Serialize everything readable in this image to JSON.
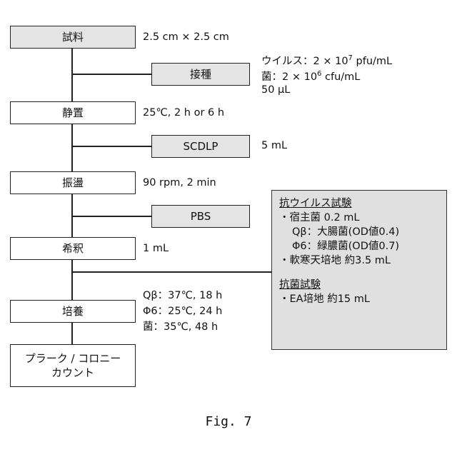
{
  "steps": {
    "sample": "試料",
    "inoculate": "接種",
    "stand": "静置",
    "scdlp": "SCDLP",
    "shake": "振盪",
    "pbs": "PBS",
    "dilute": "希釈",
    "culture": "培養",
    "count_1": "プラーク / コロニー",
    "count_2": "カウント"
  },
  "notes": {
    "sample": "2.5 cm × 2.5 cm",
    "virus_prefix": "ウイルス：2 × 10",
    "virus_exp": "7",
    "virus_suffix": " pfu/mL",
    "bact_prefix": "菌：2 × 10",
    "bact_exp": "6",
    "bact_suffix": " cfu/mL",
    "volume": "50 μL",
    "stand": "25℃, 2 h or 6 h",
    "scdlp": "5 mL",
    "shake": "90 rpm, 2 min",
    "dilute": "1 mL",
    "culture_1": "Qβ：37℃, 18 h",
    "culture_2": "Φ6：25℃, 24 h",
    "culture_3": "菌：35℃, 48 h"
  },
  "panel": {
    "antiviral_title": "抗ウイルス試験",
    "antiviral_items": [
      "・宿主菌 0.2 mL",
      "Qβ：大腸菌(OD値0.4)",
      "Φ6：緑膿菌(OD値0.7)",
      "・軟寒天培地 約3.5 mL"
    ],
    "antibacterial_title": "抗菌試験",
    "antibacterial_items": [
      "・EA培地 約15 mL"
    ]
  },
  "caption": "Fig. 7"
}
